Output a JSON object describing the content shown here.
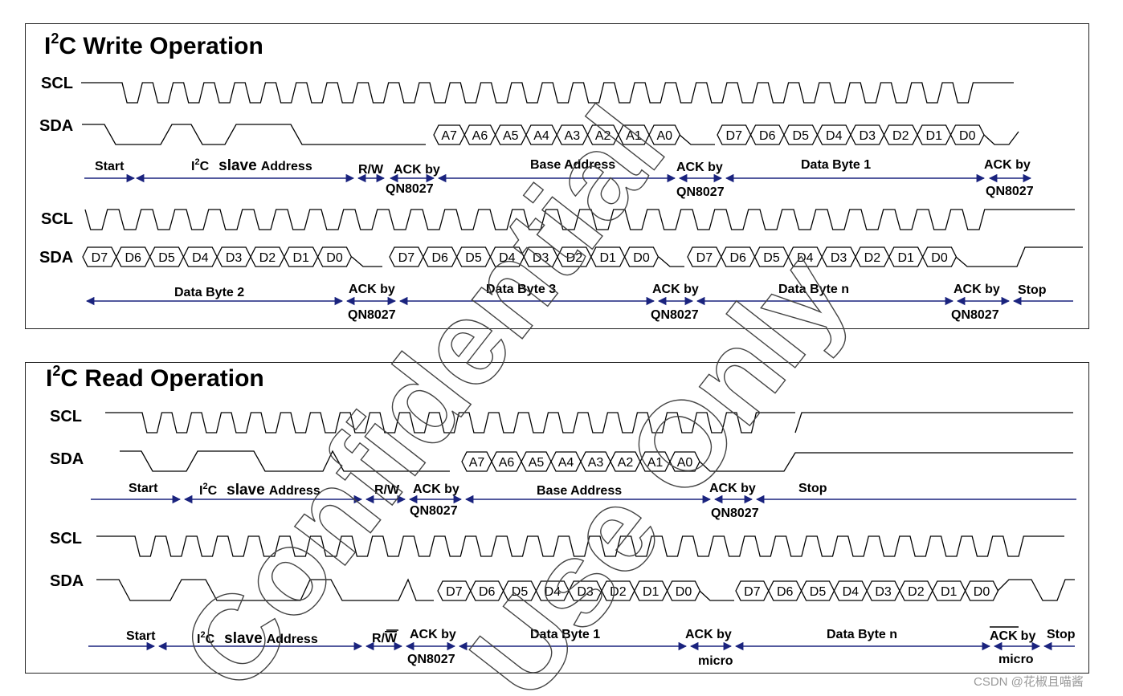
{
  "write": {
    "title_main": "I",
    "title_sup": "2",
    "title_rest": "C Write Operation",
    "scl": "SCL",
    "sda": "SDA",
    "row1": {
      "address_bits": [
        "A7",
        "A6",
        "A5",
        "A4",
        "A3",
        "A2",
        "A1",
        "A0"
      ],
      "data_bits": [
        "D7",
        "D6",
        "D5",
        "D4",
        "D3",
        "D2",
        "D1",
        "D0"
      ],
      "start": "Start",
      "slave_i": "I",
      "slave_sup": "2",
      "slave_c": "C",
      "slave_word": "slave",
      "slave_address": "Address",
      "rw": "R/W",
      "ack_by": "ACK by",
      "qn": "QN8027",
      "base_address": "Base Address",
      "data_byte_1": "Data Byte 1"
    },
    "row2": {
      "bits": [
        "D7",
        "D6",
        "D5",
        "D4",
        "D3",
        "D2",
        "D1",
        "D0"
      ],
      "data_byte_2": "Data Byte 2",
      "data_byte_3": "Data Byte 3",
      "data_byte_n": "Data Byte n",
      "ack_by": "ACK by",
      "qn": "QN8027",
      "stop": "Stop"
    }
  },
  "read": {
    "title_main": "I",
    "title_sup": "2",
    "title_rest": "C Read Operation",
    "scl": "SCL",
    "sda": "SDA",
    "row1": {
      "address_bits": [
        "A7",
        "A6",
        "A5",
        "A4",
        "A3",
        "A2",
        "A1",
        "A0"
      ],
      "start": "Start",
      "slave_i": "I",
      "slave_sup": "2",
      "slave_c": "C",
      "slave_word": "slave",
      "slave_address": "Address",
      "rw": "R/W",
      "ack_by": "ACK by",
      "qn": "QN8027",
      "base_address": "Base Address",
      "stop": "Stop"
    },
    "row2": {
      "bits": [
        "D7",
        "D6",
        "D5",
        "D4",
        "D3",
        "D2",
        "D1",
        "D0"
      ],
      "start": "Start",
      "slave_i": "I",
      "slave_sup": "2",
      "slave_c": "C",
      "slave_word": "slave",
      "slave_address": "Address",
      "rw_r": "R/",
      "rw_w": "W",
      "ack_by": "ACK by",
      "ack": "ACK",
      "by": "by",
      "qn": "QN8027",
      "micro": "micro",
      "data_byte_1": "Data Byte 1",
      "data_byte_n": "Data Byte n",
      "stop": "Stop"
    }
  },
  "watermark": {
    "line1": "Confidential",
    "line2": "Use Only"
  },
  "credit": "CSDN @花椒且喵酱",
  "colors": {
    "arrow": "#1a237e",
    "line": "#000000"
  }
}
